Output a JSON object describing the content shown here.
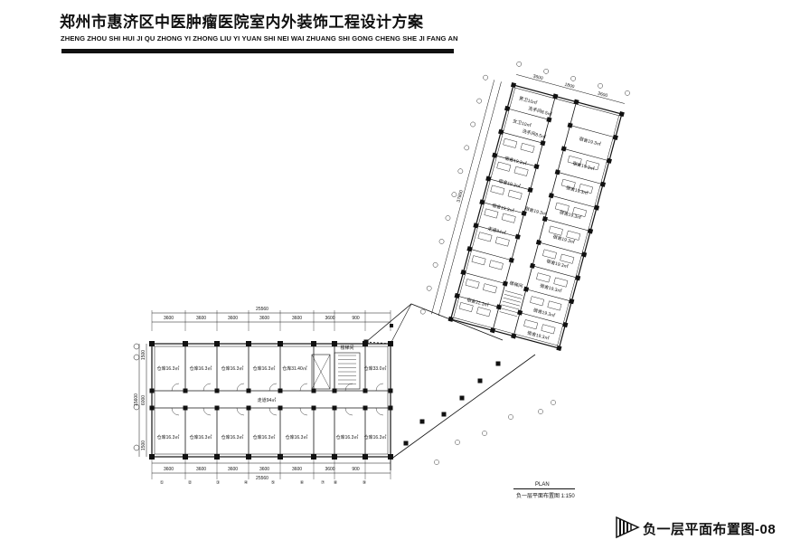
{
  "header": {
    "title": "郑州市惠济区中医肿瘤医院室内外装饰工程设计方案",
    "subtitle": "ZHENG ZHOU SHI HUI JI QU ZHONG YI ZHONG LIU YI YUAN SHI NEI  WAI ZHUANG SHI GONG CHENG SHE JI FANG AN"
  },
  "plan": {
    "caption_en": "PLAN",
    "caption_cn": "负一层平面布置图  1:150",
    "sheet_title": "负一层平面布置图-08",
    "west_wing": {
      "top_total": "25560",
      "top_dims": [
        "3600",
        "3600",
        "3600",
        "3600",
        "3600",
        "3600",
        "900"
      ],
      "bottom_total": "25560",
      "bottom_dims": [
        "3600",
        "3600",
        "3600",
        "3600",
        "3600",
        "3600",
        "900"
      ],
      "left_dims": [
        "1500",
        "6000",
        "1500"
      ],
      "total_height": "15600",
      "stair_label": "楼梯间",
      "corridor_label": "走道94㎡",
      "north_rooms": [
        "仓库16.3㎡",
        "仓库16.3㎡",
        "仓库16.3㎡",
        "仓库16.3㎡",
        "仓库31.40㎡",
        "仓库33.0㎡"
      ],
      "south_rooms": [
        "仓库16.3㎡",
        "仓库16.3㎡",
        "仓库16.3㎡",
        "仓库16.3㎡",
        "仓库16.3㎡",
        "仓库16.3㎡",
        "仓库16.3㎡"
      ],
      "axis_numbers": [
        "①",
        "②",
        "③",
        "④",
        "⑤",
        "⑥",
        "⑦",
        "⑧",
        "⑨"
      ]
    },
    "east_wing": {
      "top_dims": [
        "3600",
        "1800",
        "3600"
      ],
      "left_total": "37800",
      "labels": [
        "男卫10㎡",
        "洗手间8.5㎡",
        "女卫10㎡",
        "洗手间8.5㎡",
        "宿舍19.3㎡",
        "宿舍19.3㎡",
        "宿舍19.3㎡",
        "宿舍19.3㎡",
        "宿舍19.3㎡",
        "宿舍19.3㎡",
        "宿舍19.3㎡",
        "走道94㎡",
        "宿舍19.3㎡",
        "宿舍19.3㎡",
        "宿舍19.3㎡",
        "宿舍19.3㎡",
        "宿舍19.3㎡",
        "楼梯间",
        "宿舍22.3㎡",
        "宿舍19.3㎡"
      ]
    }
  }
}
